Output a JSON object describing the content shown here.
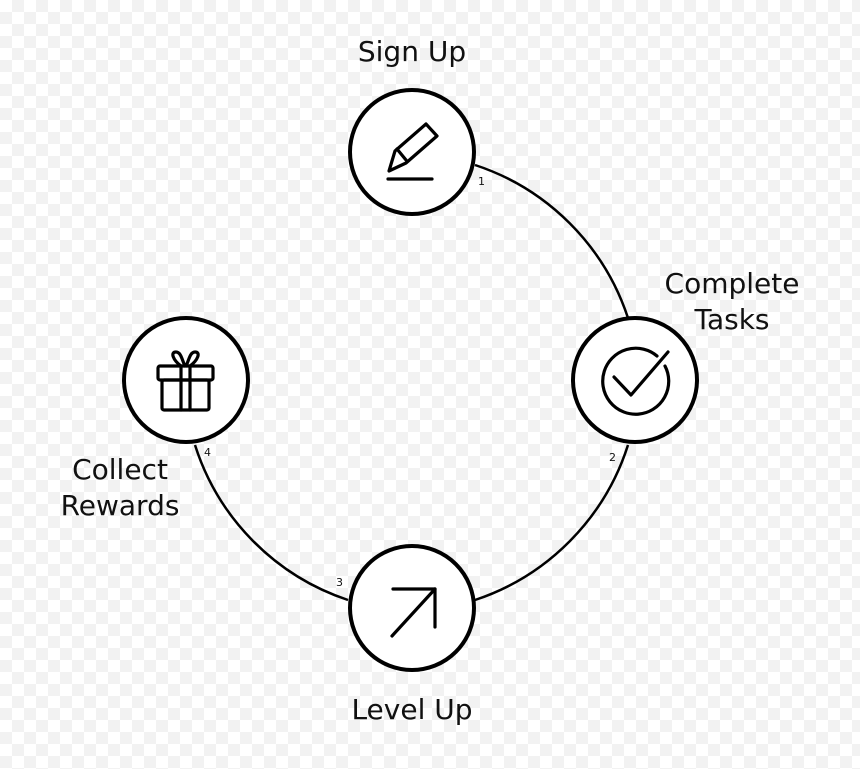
{
  "colors": {
    "stroke": "#000000",
    "node_fill": "#ffffff",
    "text": "#111111"
  },
  "steps": [
    {
      "number": "1",
      "label": "Sign Up",
      "icon": "pencil-icon"
    },
    {
      "number": "2",
      "label_line1": "Complete",
      "label_line2": "Tasks",
      "icon": "check-circle-icon"
    },
    {
      "number": "3",
      "label": "Level Up",
      "icon": "arrow-up-right-icon"
    },
    {
      "number": "4",
      "label_line1": "Collect",
      "label_line2": "Rewards",
      "icon": "gift-icon"
    }
  ]
}
